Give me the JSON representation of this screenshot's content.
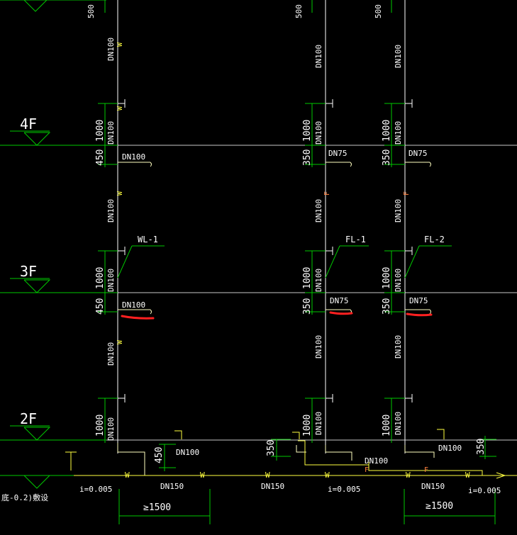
{
  "colors": {
    "background": "#000000",
    "pipe": "#ffffff",
    "level_line": "#c8c8c8",
    "dimension": "#00c800",
    "text": "#ffffff",
    "cream": "#ffffc0",
    "orange": "#ff8040",
    "yellow": "#ffff40",
    "highlight": "#ff2020"
  },
  "floors": [
    {
      "id": "4f",
      "label": "4F"
    },
    {
      "id": "3f",
      "label": "3F"
    },
    {
      "id": "2f",
      "label": "2F"
    }
  ],
  "pipes": [
    {
      "id": "wl-1",
      "tag": "WL-1",
      "riser_size": "DN100",
      "branch_size": "DN100",
      "branch_drop": "450",
      "riser_height": "1000",
      "marker": "W"
    },
    {
      "id": "fl-1",
      "tag": "FL-1",
      "riser_size": "DN100",
      "branch_size": "DN75",
      "branch_drop": "350",
      "riser_height": "1000",
      "marker": "F"
    },
    {
      "id": "fl-2",
      "tag": "FL-2",
      "riser_size": "DN100",
      "branch_size": "DN75",
      "branch_drop": "350",
      "riser_height": "1000",
      "marker": "F"
    }
  ],
  "top_dims": [
    "500",
    "500",
    "500"
  ],
  "drain": {
    "main_size": "DN150",
    "sub_size": "DN100",
    "drop_a": "450",
    "drop_b": "350",
    "drop_c": "350",
    "slope": "i=0.005",
    "min_run": "≥1500",
    "marker_w": "W",
    "marker_f": "F",
    "note": "底-0.2)敷设"
  }
}
